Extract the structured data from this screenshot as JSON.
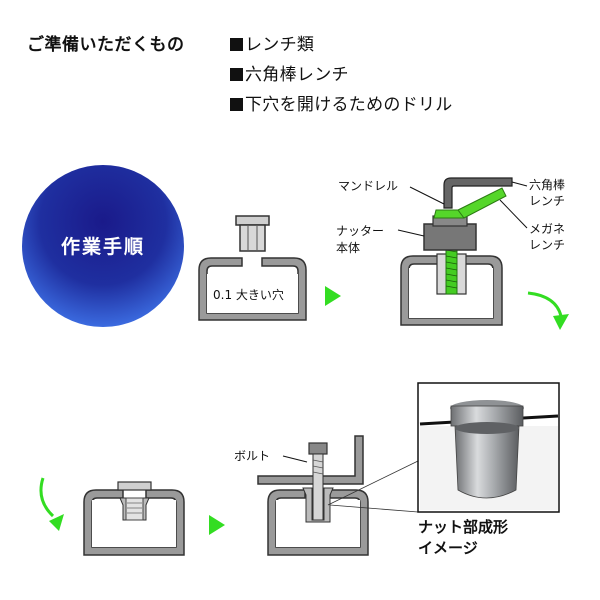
{
  "prep": {
    "title": "ご準備いただくもの",
    "items": [
      "レンチ類",
      "六角棒レンチ",
      "下穴を開けるためのドリル"
    ]
  },
  "badge": {
    "label": "作業手順",
    "color_top": "#1a1a8a",
    "color_bottom": "#2d5bd6"
  },
  "steps": {
    "hole_label": "0.1 大きい穴",
    "mandrel_label": "マンドレル",
    "hex_wrench_label_1": "六角棒",
    "hex_wrench_label_2": "レンチ",
    "megane_label_1": "メガネ",
    "megane_label_2": "レンチ",
    "nutter_label_1": "ナッター",
    "nutter_label_2": "本体",
    "bolt_label": "ボルト",
    "caption_1": "ナット部成形",
    "caption_2": "イメージ"
  },
  "colors": {
    "arrow": "#33dd22",
    "wrench": "#55d62a",
    "metal": "#888888",
    "steel_dark": "#555555"
  }
}
